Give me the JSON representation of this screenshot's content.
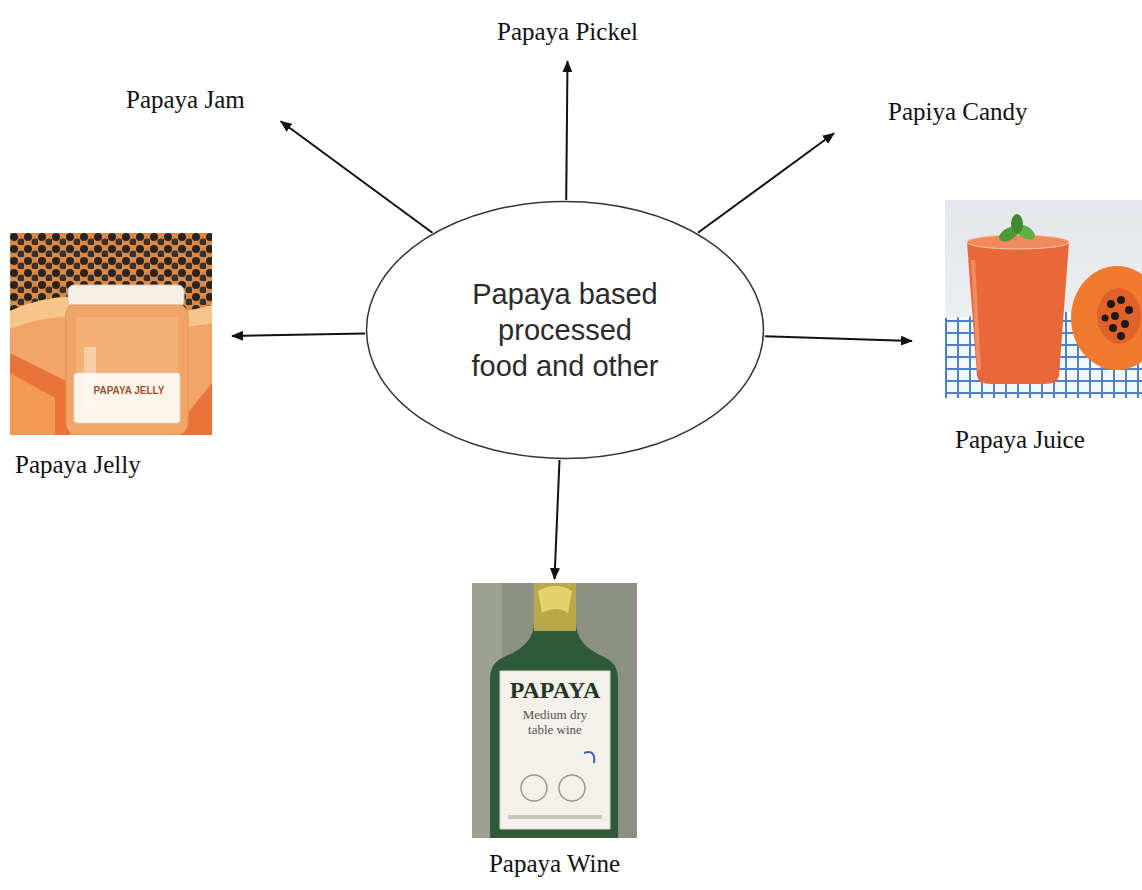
{
  "diagram": {
    "nodes": [
      {
        "text": [
          "Papaya based processed food and other"
        ]
      },
      {
        "text": [
          "Papaya Jam"
        ]
      },
      {
        "text": [
          "Papaya Pickel"
        ]
      },
      {
        "text": [
          "Papiya Candy"
        ]
      },
      {
        "text": [
          "Papaya Jelly"
        ]
      },
      {
        "text": [
          "Papaya Juice"
        ]
      },
      {
        "text": [
          "Papaya Wine"
        ]
      }
    ],
    "edges": [
      {
        "from": 0,
        "to": 1,
        "arrow": "to"
      },
      {
        "from": 0,
        "to": 2,
        "arrow": "to"
      },
      {
        "from": 0,
        "to": 3,
        "arrow": "to"
      },
      {
        "from": 0,
        "to": 4,
        "arrow": "to"
      },
      {
        "from": 0,
        "to": 5,
        "arrow": "to"
      },
      {
        "from": 0,
        "to": 6,
        "arrow": "to"
      }
    ],
    "labels": [
      "PAPAYA JELLY",
      "PAPAYA",
      "Medium dry table wine"
    ]
  }
}
